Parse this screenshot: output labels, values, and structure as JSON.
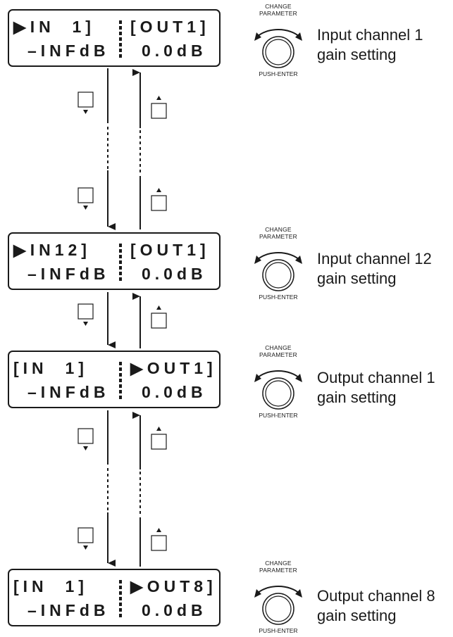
{
  "screens": [
    {
      "left_line1": "▶IN  1]",
      "right_line1": "[OUT1]",
      "left_line2": "–INFdB",
      "right_line2": "0.0dB",
      "knob_top_line1": "CHANGE",
      "knob_top_line2": "PARAMETER",
      "knob_bottom": "PUSH-ENTER",
      "desc_line1": "Input channel 1",
      "desc_line2": "gain setting"
    },
    {
      "left_line1": "▶IN12]",
      "right_line1": "[OUT1]",
      "left_line2": "–INFdB",
      "right_line2": "0.0dB",
      "knob_top_line1": "CHANGE",
      "knob_top_line2": "PARAMETER",
      "knob_bottom": "PUSH-ENTER",
      "desc_line1": "Input channel 12",
      "desc_line2": "gain setting"
    },
    {
      "left_line1": "[IN  1]",
      "right_line1": "▶OUT1]",
      "left_line2": "–INFdB",
      "right_line2": "0.0dB",
      "knob_top_line1": "CHANGE",
      "knob_top_line2": "PARAMETER",
      "knob_bottom": "PUSH-ENTER",
      "desc_line1": "Output channel 1",
      "desc_line2": "gain setting"
    },
    {
      "left_line1": "[IN  1]",
      "right_line1": "▶OUT8]",
      "left_line2": "–INFdB",
      "right_line2": "0.0dB",
      "knob_top_line1": "CHANGE",
      "knob_top_line2": "PARAMETER",
      "knob_bottom": "PUSH-ENTER",
      "desc_line1": "Output channel 8",
      "desc_line2": "gain setting"
    }
  ],
  "icons": {
    "down_key": "down-key-icon",
    "up_key": "up-key-icon",
    "knob": "rotary-knob-icon"
  }
}
